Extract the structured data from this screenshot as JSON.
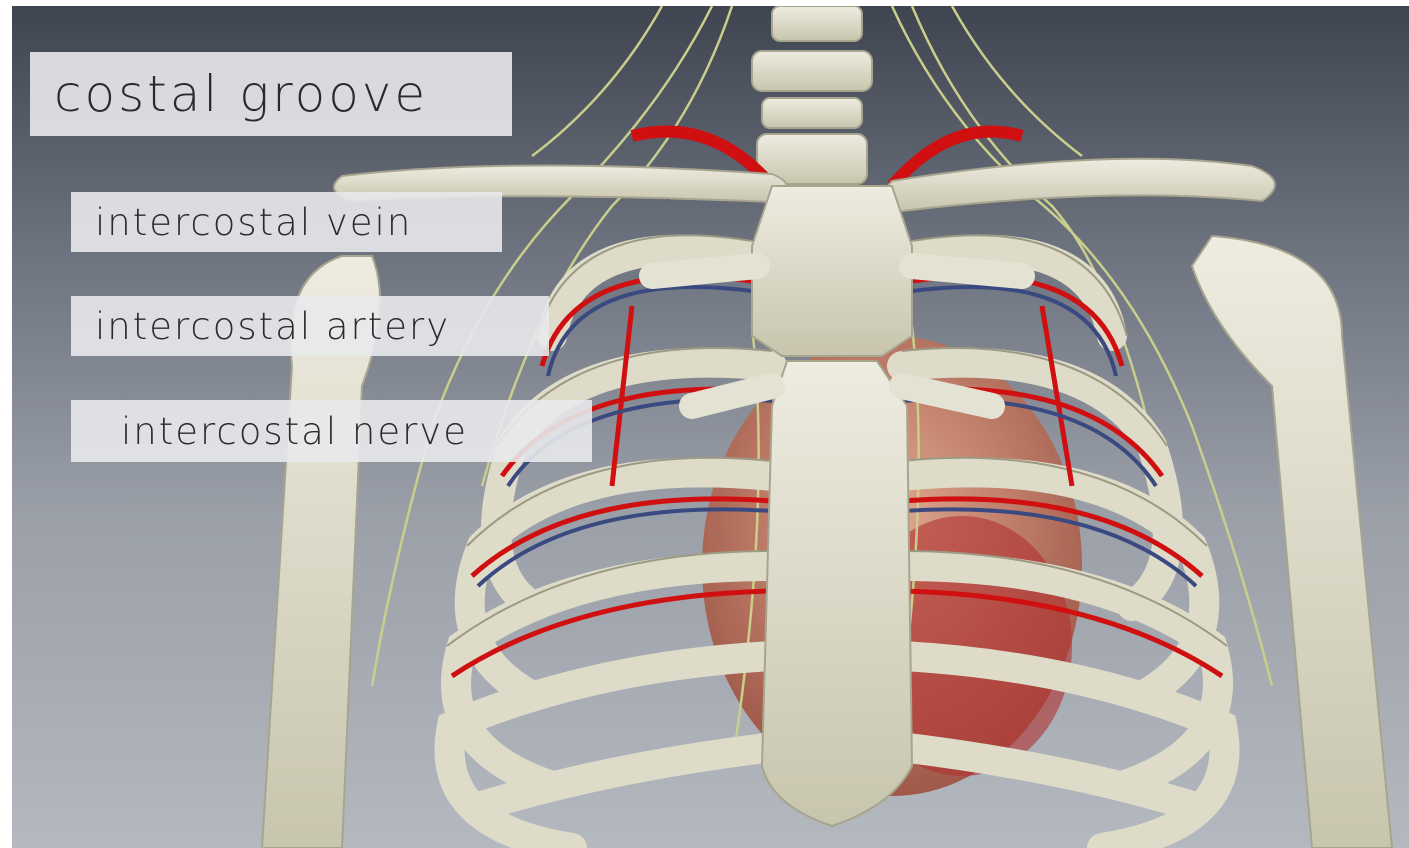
{
  "labels": {
    "title": "costal groove",
    "vein": "intercostal vein",
    "artery": "intercostal artery",
    "nerve": "intercostal nerve"
  },
  "colors": {
    "background_top": "#3e4450",
    "background_bottom": "#b4b8bf",
    "bone": "#dedcc9",
    "artery": "#d01010",
    "vein": "#3a4a80",
    "nerve": "#c9cf8a",
    "heart": "#c98c78",
    "label_background": "#e8e9eb",
    "label_text": "#2b2b2b"
  }
}
